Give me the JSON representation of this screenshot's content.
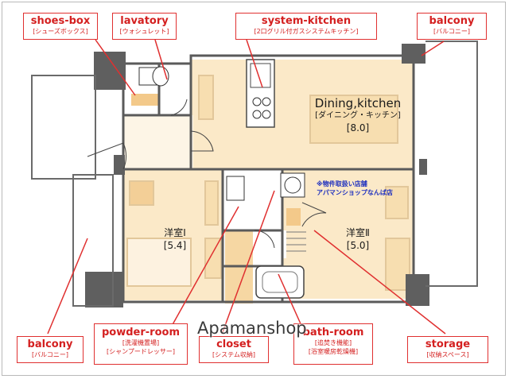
{
  "labels": {
    "shoes_box": {
      "en": "shoes-box",
      "jp": "[シューズボックス]"
    },
    "lavatory": {
      "en": "lavatory",
      "jp": "[ウォシュレット]"
    },
    "system_kitchen": {
      "en": "system-kitchen",
      "jp": "[2口グリル付ガスシステムキッチン]"
    },
    "balcony_top": {
      "en": "balcony",
      "jp": "[バルコニー]"
    },
    "balcony_bottom": {
      "en": "balcony",
      "jp": "[バルコニー]"
    },
    "powder_room": {
      "en": "powder-room",
      "jp1": "[洗濯機置場]",
      "jp2": "[シャンプードレッサー]"
    },
    "closet": {
      "en": "closet",
      "jp": "[システム収納]"
    },
    "bath_room": {
      "en": "bath-room",
      "jp1": "[追焚き機能]",
      "jp2": "[浴室暖房乾燥機]"
    },
    "storage": {
      "en": "storage",
      "jp": "[収納スペース]"
    }
  },
  "rooms": {
    "dining_kitchen": {
      "name": "Dining,kitchen",
      "jp": "[ダイニング・キッチン]",
      "size": "[8.0]"
    },
    "western_1": {
      "name": "洋室Ⅰ",
      "size": "[5.4]"
    },
    "western_2": {
      "name": "洋室Ⅱ",
      "size": "[5.0]"
    }
  },
  "note": {
    "line1": "※物件取扱い店舗",
    "line2": "アパマンショップなんば店"
  },
  "watermark": "Apamanshop",
  "colors": {
    "label_red": "#e03030",
    "floor": "#fbe9c8",
    "wall": "#5a5a5a",
    "note_blue": "#1d2fbf"
  }
}
